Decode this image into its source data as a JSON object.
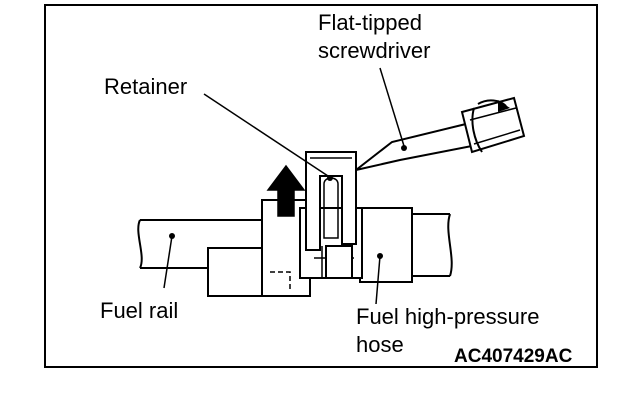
{
  "labels": {
    "screwdriver_line1": "Flat-tipped",
    "screwdriver_line2": "screwdriver",
    "retainer": "Retainer",
    "fuel_rail": "Fuel rail",
    "hose_line1": "Fuel high-pressure",
    "hose_line2": "hose",
    "figure_code": "AC407429AC"
  },
  "icons": {
    "direction_arrow": "up-arrow-icon",
    "rotation_arrow": "rotation-arrow-icon"
  },
  "colors": {
    "ink": "#000000",
    "background": "#ffffff"
  }
}
